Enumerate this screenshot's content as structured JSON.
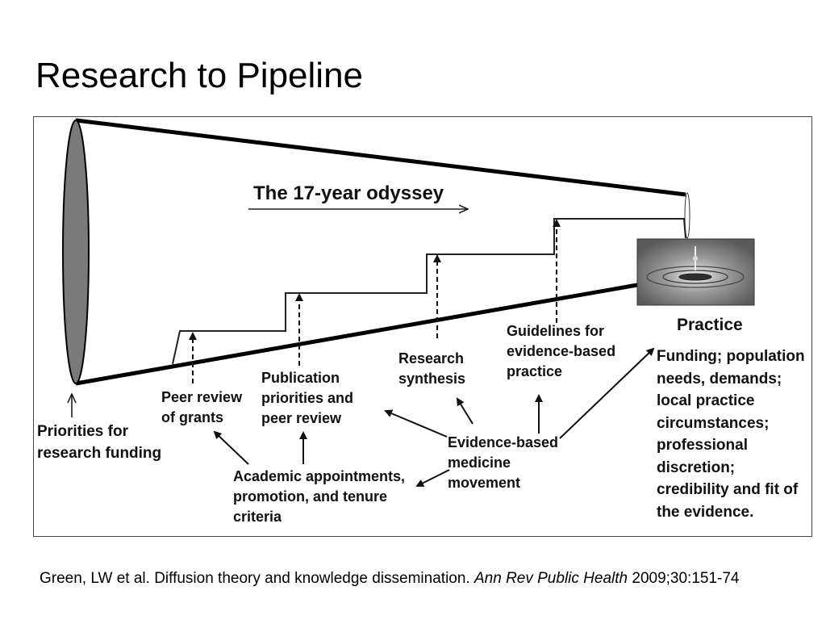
{
  "slide": {
    "title": "Research to Pipeline"
  },
  "diagram": {
    "heading": "The 17-year odyssey",
    "practice_title": "Practice",
    "labels": {
      "priorities": "Priorities for\nresearch funding",
      "peer_review_grants": "Peer review\nof grants",
      "publication": "Publication\npriorities and\npeer review",
      "research_synthesis": "Research\nsynthesis",
      "guidelines": "Guidelines for\nevidence-based\npractice",
      "academic": "Academic appointments,\npromotion, and tenure\ncriteria",
      "ebm": "Evidence-based\nmedicine\nmovement",
      "practice_factors": "Funding; population\nneeds, demands;\nlocal practice\ncircumstances;\nprofessional\ndiscretion;\ncredibility and fit of\nthe evidence."
    },
    "icons": {
      "practice_image": "water-drop-ripple-photo"
    }
  },
  "citation": {
    "authors_title": "Green, LW et al. Diffusion theory and knowledge dissemination. ",
    "journal": "Ann Rev Public Health",
    "volume": " 2009;30:151-74"
  }
}
